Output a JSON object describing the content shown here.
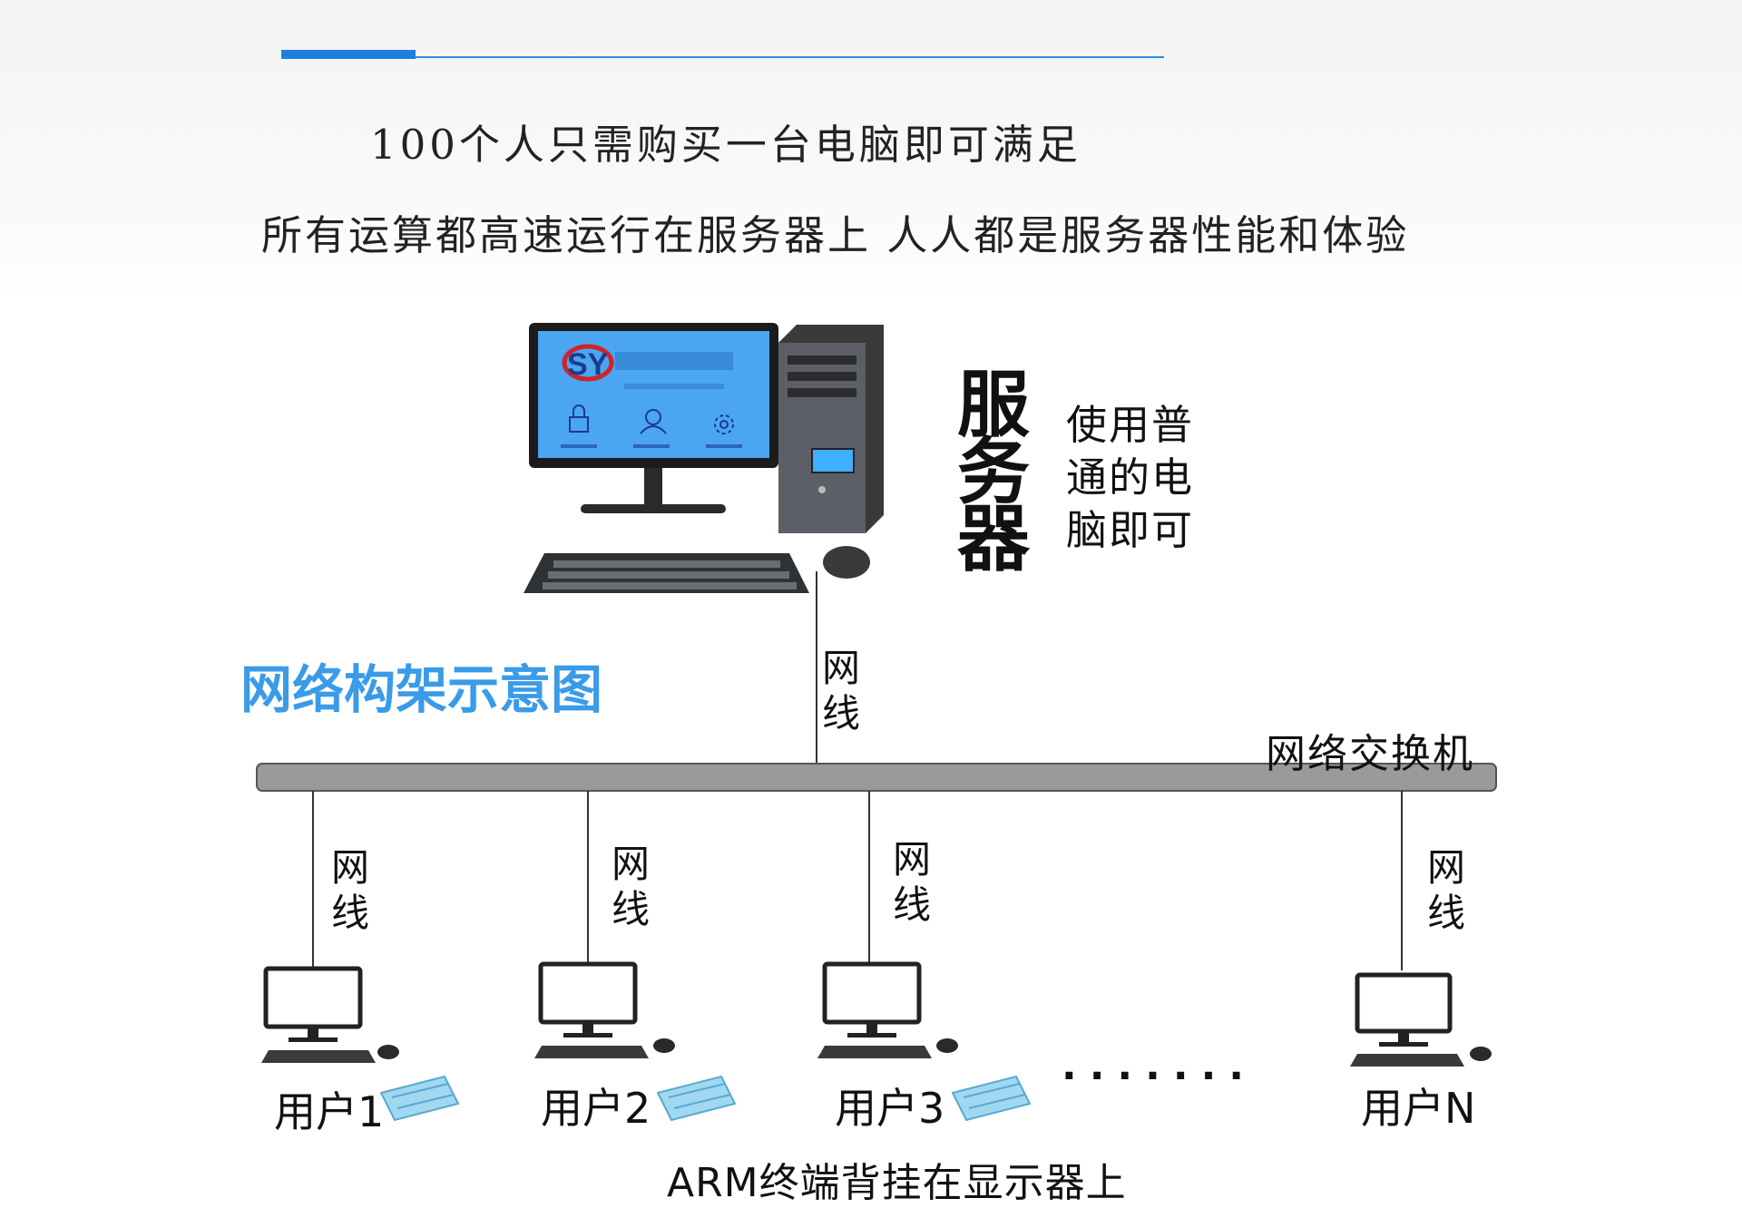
{
  "header": {
    "tagline1": "100个人只需购买一台电脑即可满足",
    "tagline2": "所有运算都高速运行在服务器上   人人都是服务器性能和体验"
  },
  "server": {
    "label": "服务器",
    "note": "使用普通的电脑即可",
    "screen_logo": "SY",
    "icons": [
      "lock-icon",
      "users-icon",
      "gear-icon"
    ]
  },
  "diagram": {
    "title": "网络构架示意图",
    "switch_label": "网络交换机",
    "cable_label": "网线",
    "users": [
      {
        "label": "用户1",
        "has_arm": true
      },
      {
        "label": "用户2",
        "has_arm": true
      },
      {
        "label": "用户3",
        "has_arm": true
      },
      {
        "label": "用户N",
        "has_arm": false
      }
    ],
    "ellipsis": ".......",
    "arm_note": "ARM终端背挂在显示器上"
  },
  "colors": {
    "accent": "#1d7fe0",
    "title_blue": "#3a9be8",
    "screen_blue": "#4aa6f0",
    "switch_bar": "#9a9a9a",
    "arm_board": "#9fd8f0"
  }
}
